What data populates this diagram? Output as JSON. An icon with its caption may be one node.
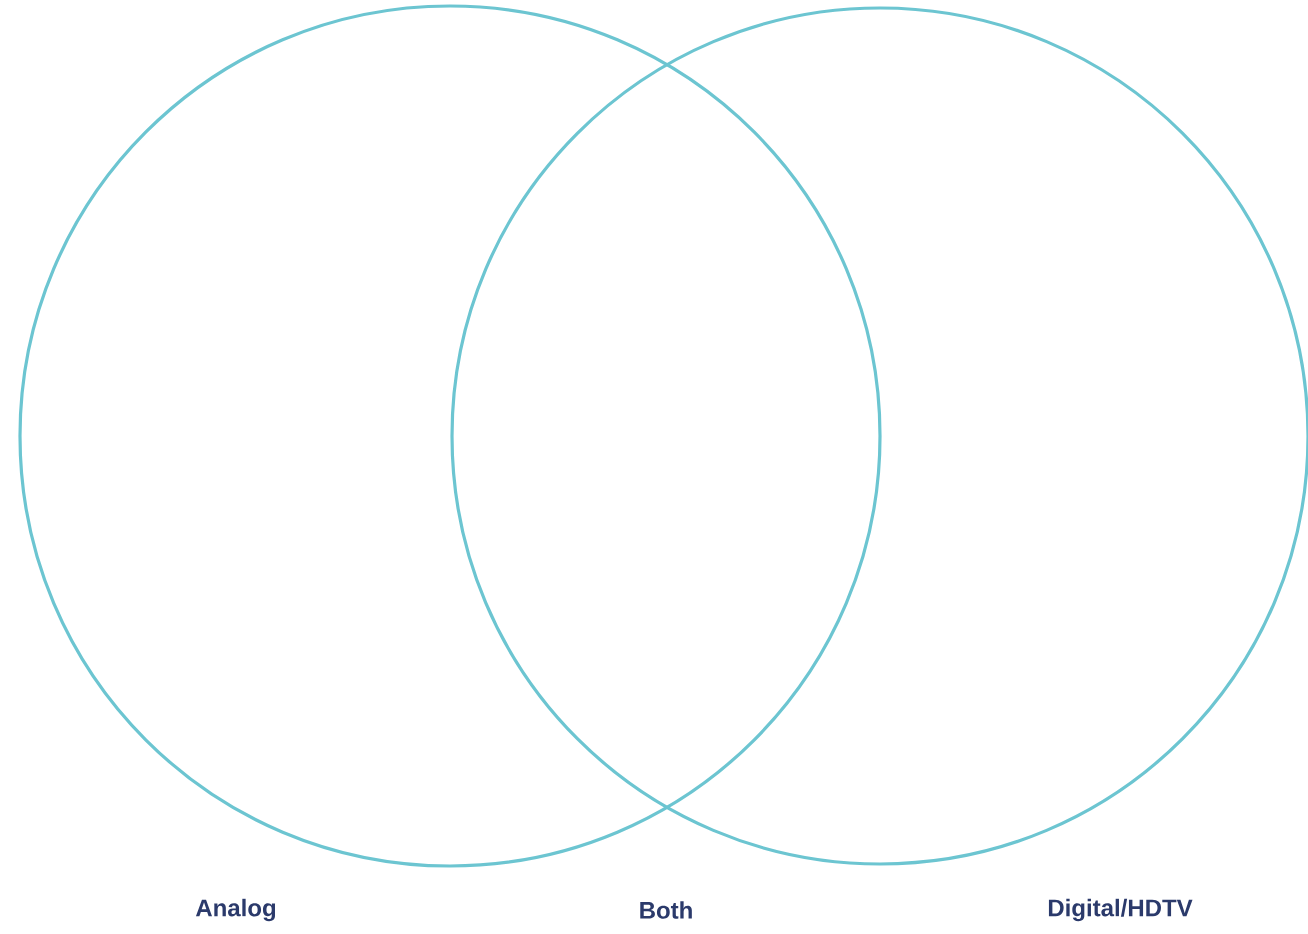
{
  "diagram": {
    "nodes": [
      {
        "text": [
          "Analog"
        ]
      },
      {
        "text": [
          "Digital/HDTV"
        ]
      }
    ],
    "labels": [
      "Both"
    ]
  }
}
